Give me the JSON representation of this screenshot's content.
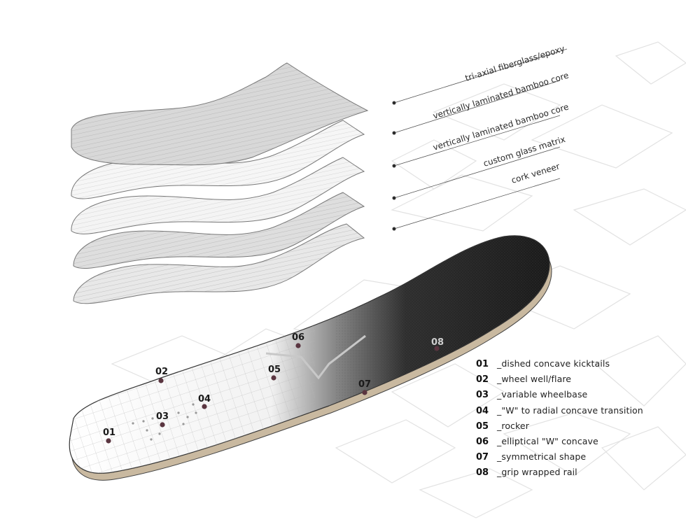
{
  "layers": [
    {
      "label": "tri-axial fiberglass/epoxy"
    },
    {
      "label": "vertically laminated bamboo core"
    },
    {
      "label": "vertically laminated bamboo core"
    },
    {
      "label": "custom glass matrix"
    },
    {
      "label": "cork veneer"
    }
  ],
  "features": [
    {
      "num": "01",
      "text": "_dished concave kicktails"
    },
    {
      "num": "02",
      "text": "_wheel well/flare"
    },
    {
      "num": "03",
      "text": "_variable wheelbase"
    },
    {
      "num": "04",
      "text": "_\"W\" to radial concave transition"
    },
    {
      "num": "05",
      "text": "_rocker"
    },
    {
      "num": "06",
      "text": "_elliptical \"W\" concave"
    },
    {
      "num": "07",
      "text": "_symmetrical shape"
    },
    {
      "num": "08",
      "text": "_grip wrapped rail"
    }
  ],
  "colors": {
    "marker": "#5a3540",
    "grip": "#1f1f1f",
    "line": "#555555",
    "background_pattern": "#e4e4e4"
  }
}
